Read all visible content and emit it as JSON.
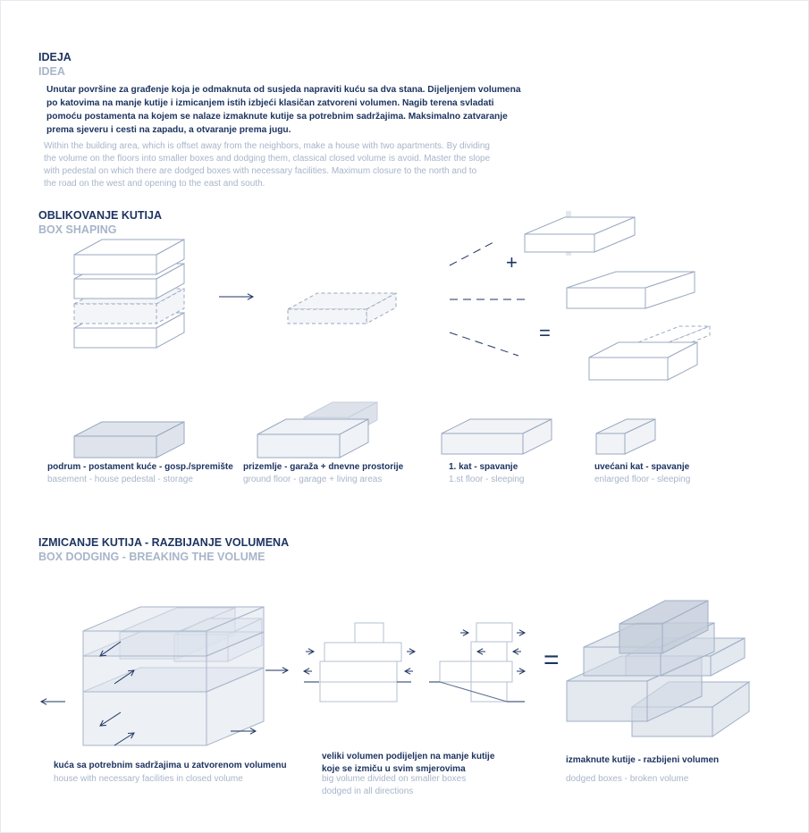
{
  "idea": {
    "title": "IDEJA",
    "subtitle": "IDEA",
    "text_hr": "Unutar površine za građenje koja je odmaknuta od susjeda napraviti kuću sa dva stana. Dijeljenjem volumena po katovima na manje kutije i izmicanjem istih izbjeći klasičan zatvoreni volumen. Nagib terena svladati pomoću postamenta na kojem se nalaze izmaknute kutije sa potrebnim sadržajima. Maksimalno zatvaranje prema sjeveru i cesti na zapadu, a otvaranje prema jugu.",
    "text_en": "Within the building area, which is offset away from the neighbors, make a house with two apartments. By dividing the volume on the floors into smaller boxes and dodging them, classical closed volume is avoid. Master the slope with pedestal on which there are dodged boxes with necessary facilities. Maximum closure to the north and to the road on the west and opening to the east and south."
  },
  "shaping": {
    "title": "OBLIKOVANJE KUTIJA",
    "subtitle": "BOX SHAPING",
    "operators": {
      "plus": "+",
      "equals": "="
    },
    "floors": [
      {
        "hr": "podrum - postament kuće - gosp./spremište",
        "en": "basement - house pedestal - storage"
      },
      {
        "hr": "prizemlje - garaža + dnevne prostorije",
        "en": "ground floor - garage + living areas"
      },
      {
        "hr": "1. kat - spavanje",
        "en": "1.st floor - sleeping"
      },
      {
        "hr": "uvećani kat - spavanje",
        "en": "enlarged floor  - sleeping"
      }
    ]
  },
  "dodging": {
    "title": "IZMICANJE KUTIJA - RAZBIJANJE VOLUMENA",
    "subtitle": "BOX DODGING - BREAKING THE VOLUME",
    "equals": "=",
    "captions": [
      {
        "hr": "kuća sa potrebnim sadržajima u zatvorenom volumenu",
        "en": "house with necessary facilities in closed volume"
      },
      {
        "hr1": "veliki volumen podijeljen na manje kutije",
        "hr2": "koje se izmiču u svim smjerovima",
        "en1": "big volume divided on smaller boxes",
        "en2": "dodged in all directions"
      },
      {
        "hr": "izmaknute kutije - razbijeni volumen",
        "en": "dodged boxes - broken volume"
      }
    ]
  },
  "colors": {
    "dark": "#1d3461",
    "light": "#a8b5c9",
    "line": "#9aa8c0",
    "fill": "#dfe4ec"
  }
}
